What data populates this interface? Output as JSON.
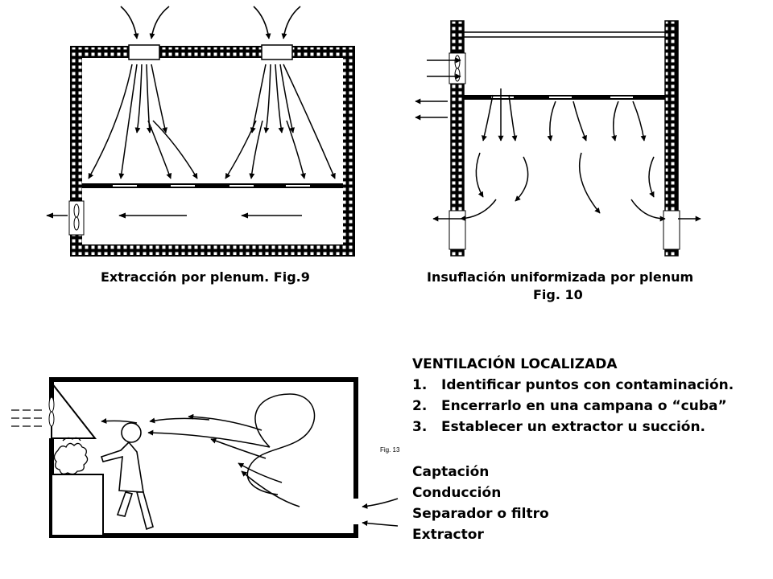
{
  "fig9": {
    "caption": "Extracción por plenum. Fig.9"
  },
  "fig10": {
    "caption_line1": "Insuflación uniformizada por plenum",
    "caption_line2": "Fig. 10"
  },
  "fig13": {
    "label": "Fig. 13"
  },
  "text": {
    "title": "VENTILACIÓN LOCALIZADA",
    "steps": [
      {
        "num": "1.",
        "text": "Identificar puntos con contaminación."
      },
      {
        "num": "2.",
        "text": "Encerrarlo en una campana o “cuba”"
      },
      {
        "num": "3.",
        "text": "Establecer un extractor u succión."
      }
    ],
    "components": [
      "Captación",
      "Conducción",
      "Separador o filtro",
      "Extractor"
    ]
  }
}
